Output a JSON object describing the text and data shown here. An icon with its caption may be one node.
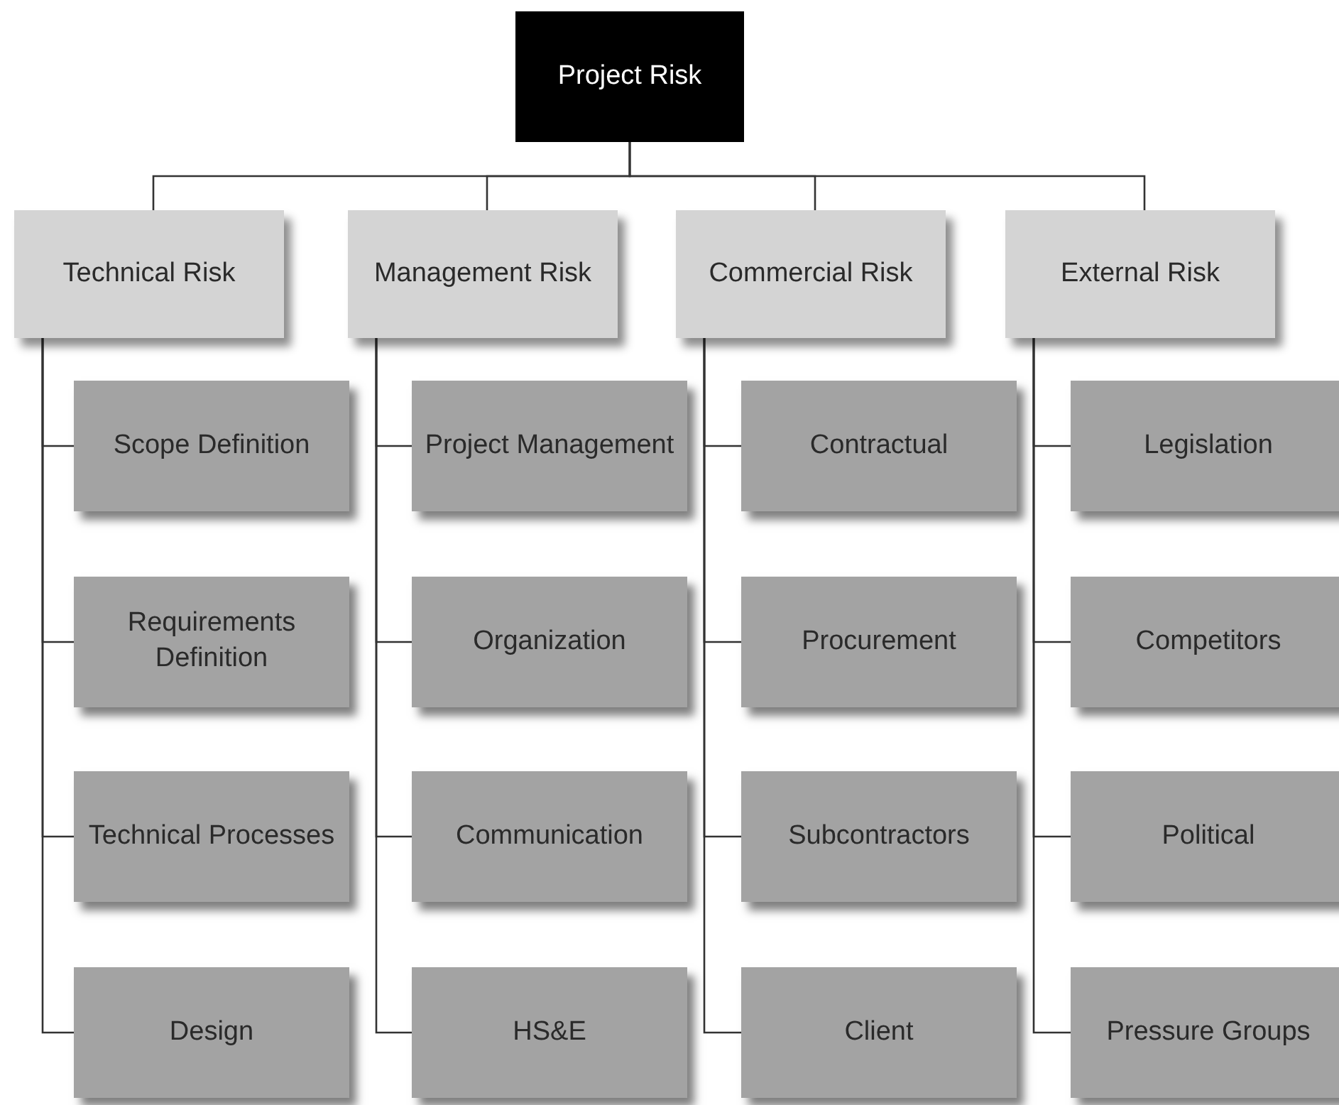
{
  "diagram": {
    "nodes": [
      {
        "text": [
          "Project Risk"
        ]
      },
      {
        "text": [
          "Technical Risk"
        ]
      },
      {
        "text": [
          "Management Risk"
        ]
      },
      {
        "text": [
          "Commercial Risk"
        ]
      },
      {
        "text": [
          "External Risk"
        ]
      },
      {
        "text": [
          "Scope Definition"
        ]
      },
      {
        "text": [
          "Project Management"
        ]
      },
      {
        "text": [
          "Contractual"
        ]
      },
      {
        "text": [
          "Legislation"
        ]
      },
      {
        "text": [
          "Requirements Definition"
        ]
      },
      {
        "text": [
          "Organization"
        ]
      },
      {
        "text": [
          "Procurement"
        ]
      },
      {
        "text": [
          "Competitors"
        ]
      },
      {
        "text": [
          "Technical Processes"
        ]
      },
      {
        "text": [
          "Communication"
        ]
      },
      {
        "text": [
          "Subcontractors"
        ]
      },
      {
        "text": [
          "Political"
        ]
      },
      {
        "text": [
          "Design"
        ]
      },
      {
        "text": [
          "HS&E"
        ]
      },
      {
        "text": [
          "Client"
        ]
      },
      {
        "text": [
          "Pressure Groups"
        ]
      }
    ],
    "edges": [
      {
        "from": 0,
        "to": 1,
        "arrow": "none"
      },
      {
        "from": 0,
        "to": 2,
        "arrow": "none"
      },
      {
        "from": 0,
        "to": 3,
        "arrow": "none"
      },
      {
        "from": 0,
        "to": 4,
        "arrow": "none"
      },
      {
        "from": 1,
        "to": 5,
        "arrow": "none"
      },
      {
        "from": 1,
        "to": 9,
        "arrow": "none"
      },
      {
        "from": 1,
        "to": 13,
        "arrow": "none"
      },
      {
        "from": 1,
        "to": 17,
        "arrow": "none"
      },
      {
        "from": 2,
        "to": 6,
        "arrow": "none"
      },
      {
        "from": 2,
        "to": 10,
        "arrow": "none"
      },
      {
        "from": 2,
        "to": 14,
        "arrow": "none"
      },
      {
        "from": 2,
        "to": 18,
        "arrow": "none"
      },
      {
        "from": 3,
        "to": 7,
        "arrow": "none"
      },
      {
        "from": 3,
        "to": 11,
        "arrow": "none"
      },
      {
        "from": 3,
        "to": 15,
        "arrow": "none"
      },
      {
        "from": 3,
        "to": 19,
        "arrow": "none"
      },
      {
        "from": 4,
        "to": 8,
        "arrow": "none"
      },
      {
        "from": 4,
        "to": 12,
        "arrow": "none"
      },
      {
        "from": 4,
        "to": 16,
        "arrow": "none"
      },
      {
        "from": 4,
        "to": 20,
        "arrow": "none"
      }
    ]
  }
}
